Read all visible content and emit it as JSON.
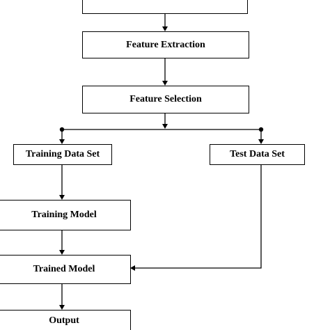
{
  "nodes": {
    "top_partial": {
      "label_main": "",
      "label_detail": ""
    },
    "feature_extraction": {
      "label": "Feature Extraction"
    },
    "feature_selection": {
      "label": "Feature Selection"
    },
    "training_data_set": {
      "label": "Training Data Set"
    },
    "test_data_set": {
      "label": "Test Data Set"
    },
    "training_model": {
      "label": "Training Model"
    },
    "trained_model": {
      "label": "Trained Model"
    },
    "output": {
      "label": "Output"
    }
  },
  "edges": [
    {
      "from": "top_partial",
      "to": "feature_extraction"
    },
    {
      "from": "feature_extraction",
      "to": "feature_selection"
    },
    {
      "from": "feature_selection",
      "to": "training_data_set"
    },
    {
      "from": "feature_selection",
      "to": "test_data_set"
    },
    {
      "from": "training_data_set",
      "to": "training_model"
    },
    {
      "from": "training_model",
      "to": "trained_model"
    },
    {
      "from": "test_data_set",
      "to": "trained_model"
    },
    {
      "from": "trained_model",
      "to": "output"
    }
  ],
  "colors": {
    "line": "#000000",
    "box_border": "#000000",
    "background": "#ffffff"
  }
}
